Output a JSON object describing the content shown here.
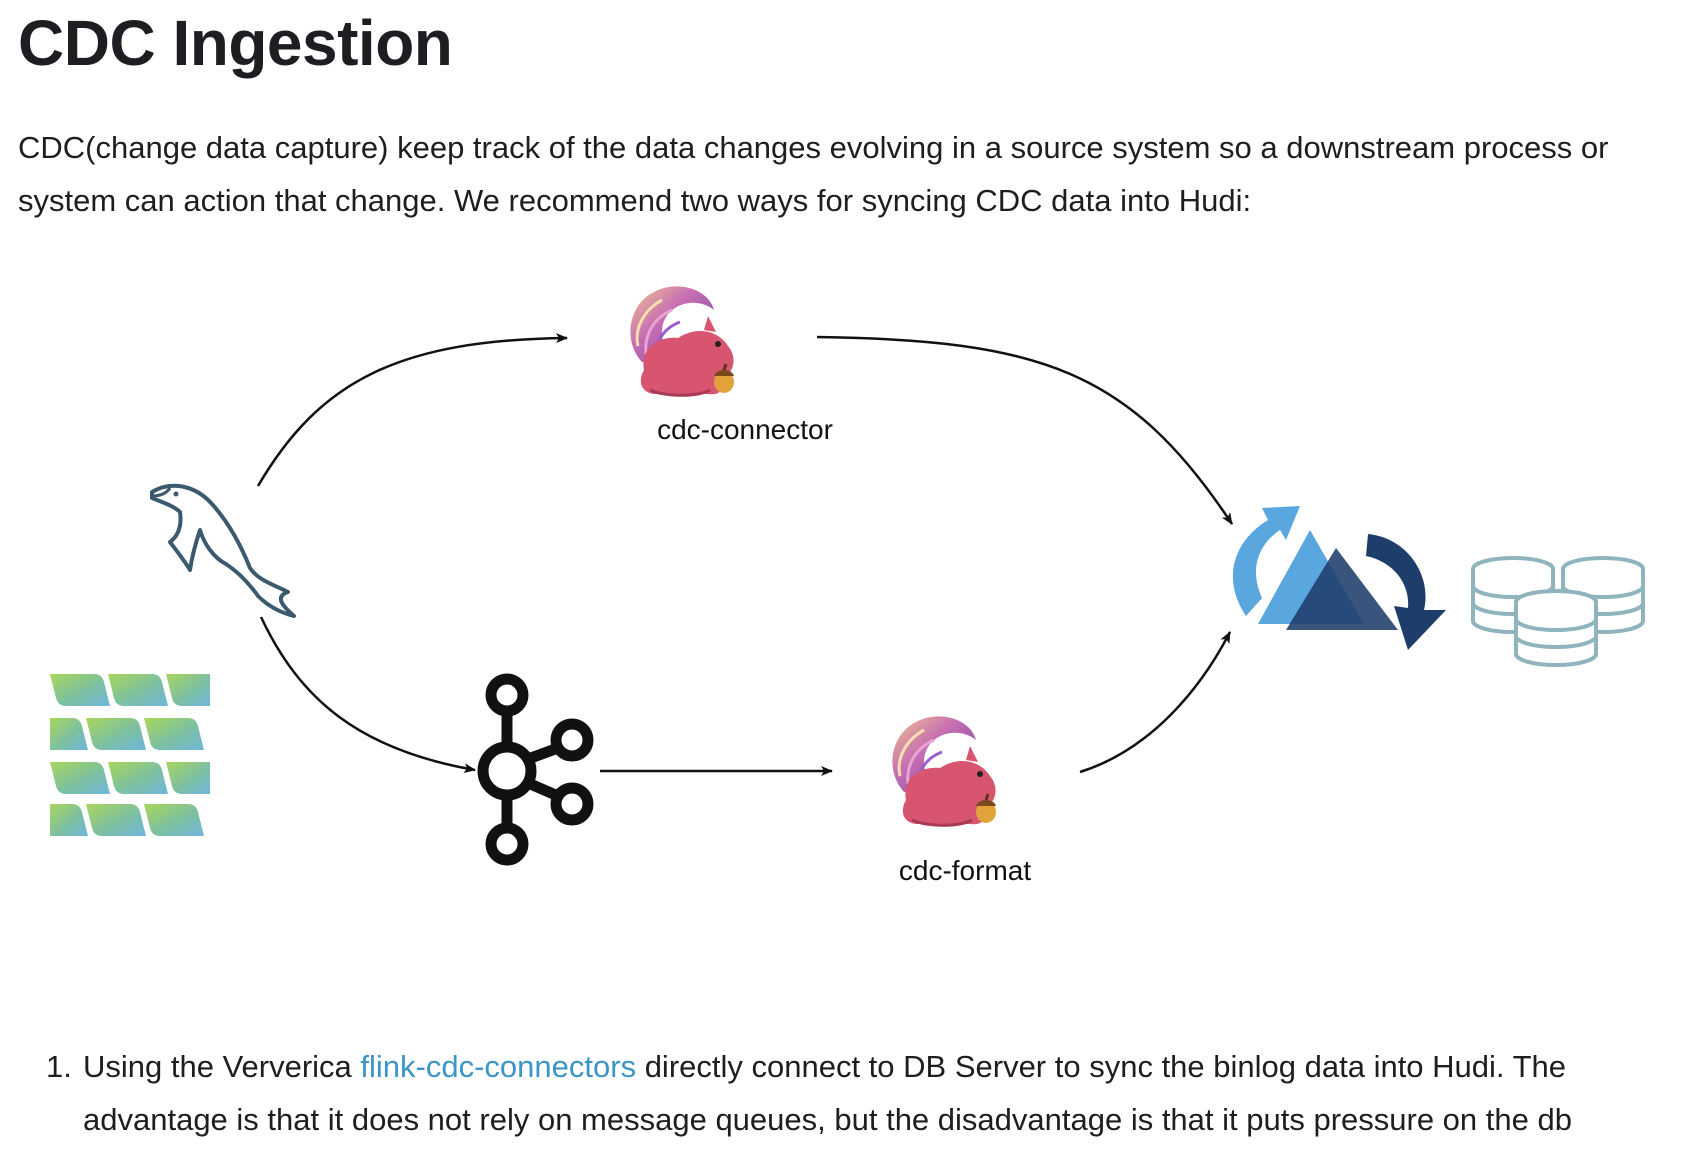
{
  "page": {
    "title": "CDC Ingestion",
    "intro": "CDC(change data capture) keep track of the data changes evolving in a source system so a downstream process or system can action that change. We recommend two ways for syncing CDC data into Hudi:"
  },
  "diagram": {
    "label_connector": "cdc-connector",
    "label_format": "cdc-format",
    "icons": [
      "mysql-dolphin-icon",
      "tidb-grid-icon",
      "flink-squirrel-icon",
      "kafka-icon",
      "hudi-icon",
      "database-icon"
    ],
    "colors": {
      "hudi_light": "#5aa7e0",
      "hudi_dark": "#1f3d6b",
      "database": "#8fb4bd",
      "dolphin": "#3c5a6e"
    }
  },
  "steps": [
    {
      "number": "1.",
      "text_before": "Using the Ververica ",
      "link_text": "flink-cdc-connectors",
      "text_after": " directly connect to DB Server to sync the binlog data into Hudi. The advantage is that it does not rely on message queues, but the disadvantage is that it puts pressure on the db"
    }
  ]
}
